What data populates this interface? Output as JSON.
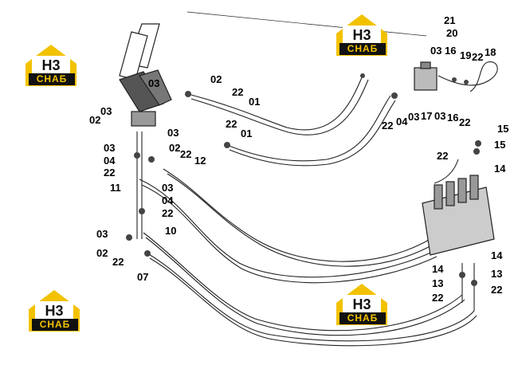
{
  "logo": {
    "text": "CHAБ",
    "mark": "H3"
  },
  "callouts": [
    "21",
    "20",
    "03",
    "16",
    "19",
    "22",
    "18",
    "02",
    "03",
    "22",
    "01",
    "02",
    "03",
    "22",
    "01",
    "03",
    "02",
    "22",
    "12",
    "03",
    "04",
    "22",
    "11",
    "03",
    "04",
    "22",
    "03",
    "10",
    "02",
    "22",
    "07",
    "22",
    "04",
    "03",
    "17",
    "03",
    "16",
    "22",
    "15",
    "22",
    "15",
    "14",
    "14",
    "14",
    "13",
    "13",
    "22",
    "22"
  ],
  "colors": {
    "line": "#222222",
    "logo_yellow": "#f2c200",
    "logo_dark": "#111111"
  }
}
